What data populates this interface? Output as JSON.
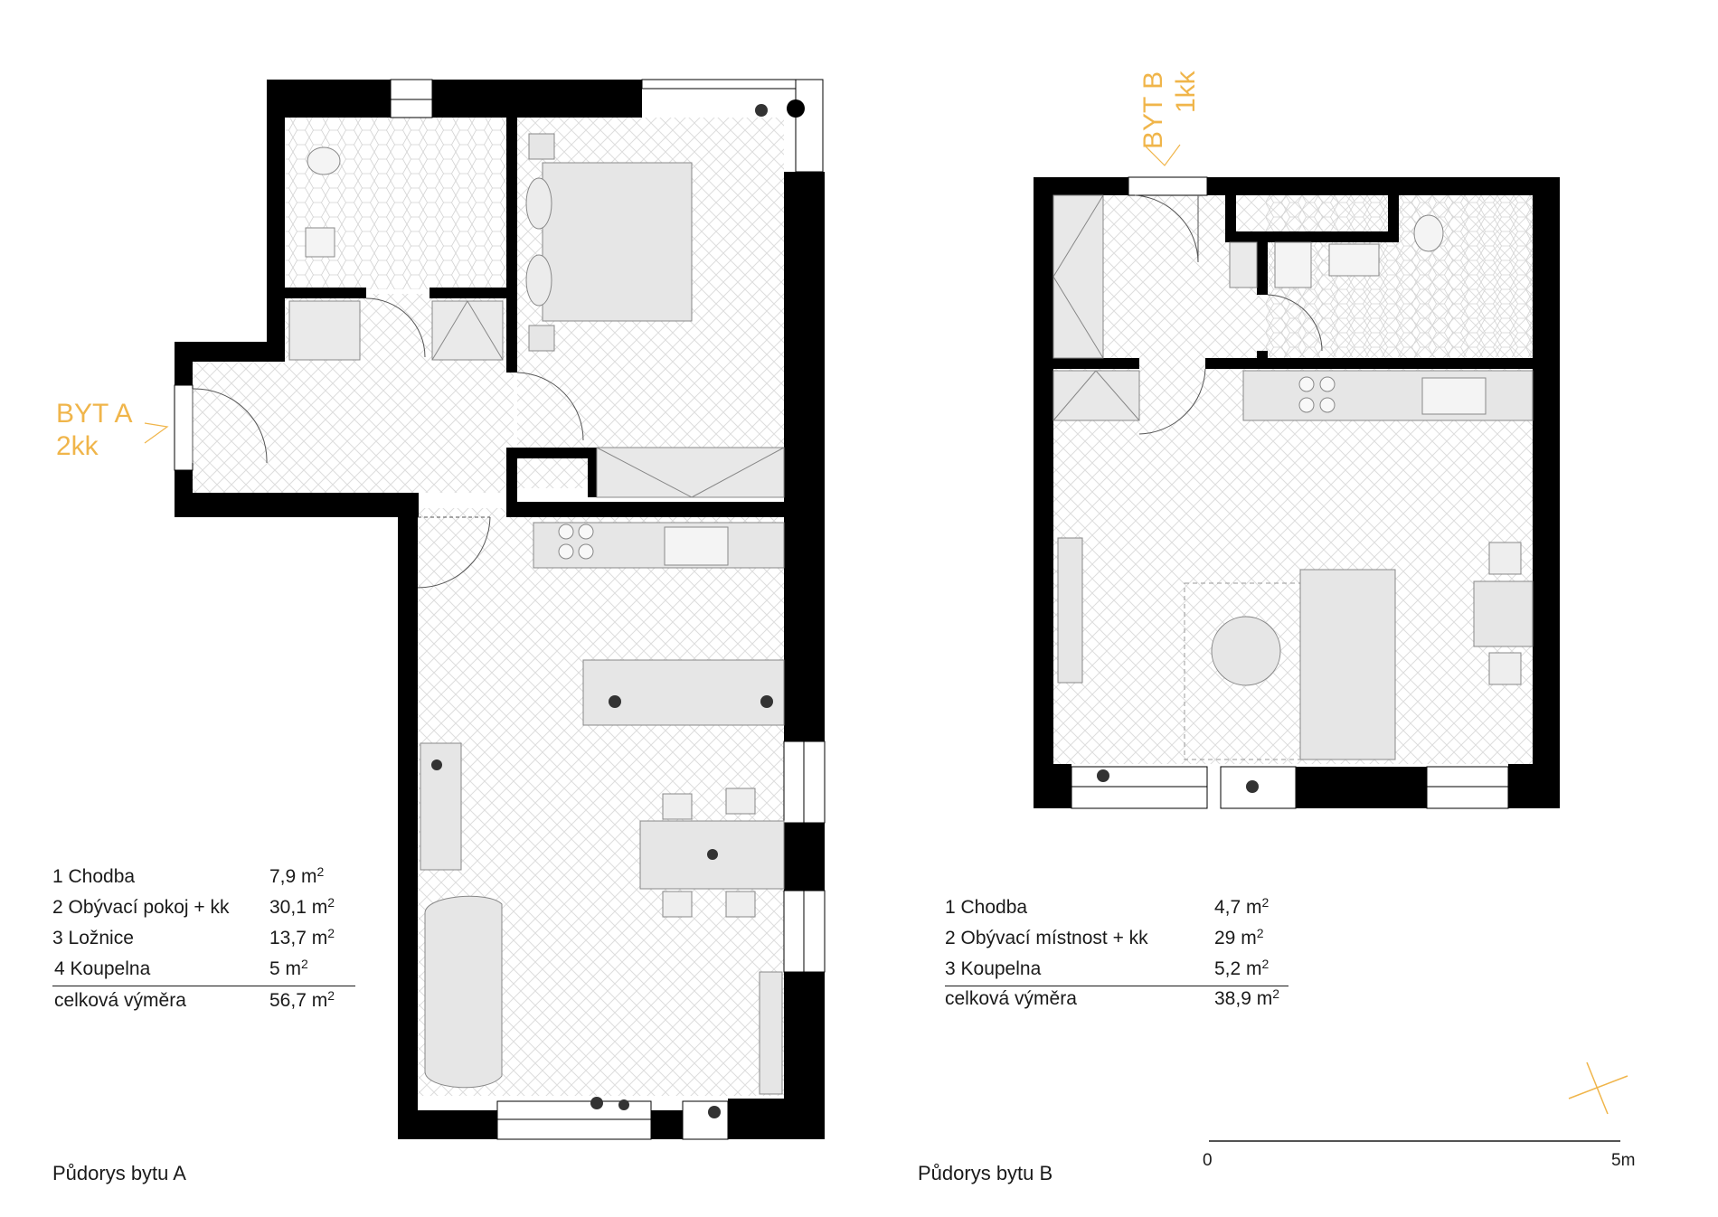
{
  "apartment_a": {
    "label_line1": "BYT A",
    "label_line2": "2kk",
    "caption": "Půdorys bytu A",
    "rooms": [
      {
        "name": "1 Chodba",
        "value": "7,9 m",
        "unit_exp": "2"
      },
      {
        "name": "2 Obývací pokoj + kk",
        "value": "30,1 m",
        "unit_exp": "2"
      },
      {
        "name": "3 Ložnice",
        "value": "13,7 m",
        "unit_exp": "2"
      },
      {
        "name": "4 Koupelna",
        "value": "5 m",
        "unit_exp": "2"
      }
    ],
    "total": {
      "name": "celková výměra",
      "value": "56,7 m",
      "unit_exp": "2"
    }
  },
  "apartment_b": {
    "label_line1": "BYT B",
    "label_line2": "1kk",
    "caption": "Půdorys bytu B",
    "rooms": [
      {
        "name": "1 Chodba",
        "value": "4,7 m",
        "unit_exp": "2"
      },
      {
        "name": "2 Obývací místnost + kk",
        "value": "29 m",
        "unit_exp": "2"
      },
      {
        "name": "3 Koupelna",
        "value": "5,2 m",
        "unit_exp": "2"
      }
    ],
    "total": {
      "name": "celková výměra",
      "value": "38,9 m",
      "unit_exp": "2"
    }
  },
  "scale_bar": {
    "start_label": "0",
    "end_label": "5m"
  },
  "colors": {
    "wall": "#000000",
    "accent": "#f0b54a",
    "furniture": "#e6e6e6",
    "floor_pattern": "#dcdcdc"
  }
}
